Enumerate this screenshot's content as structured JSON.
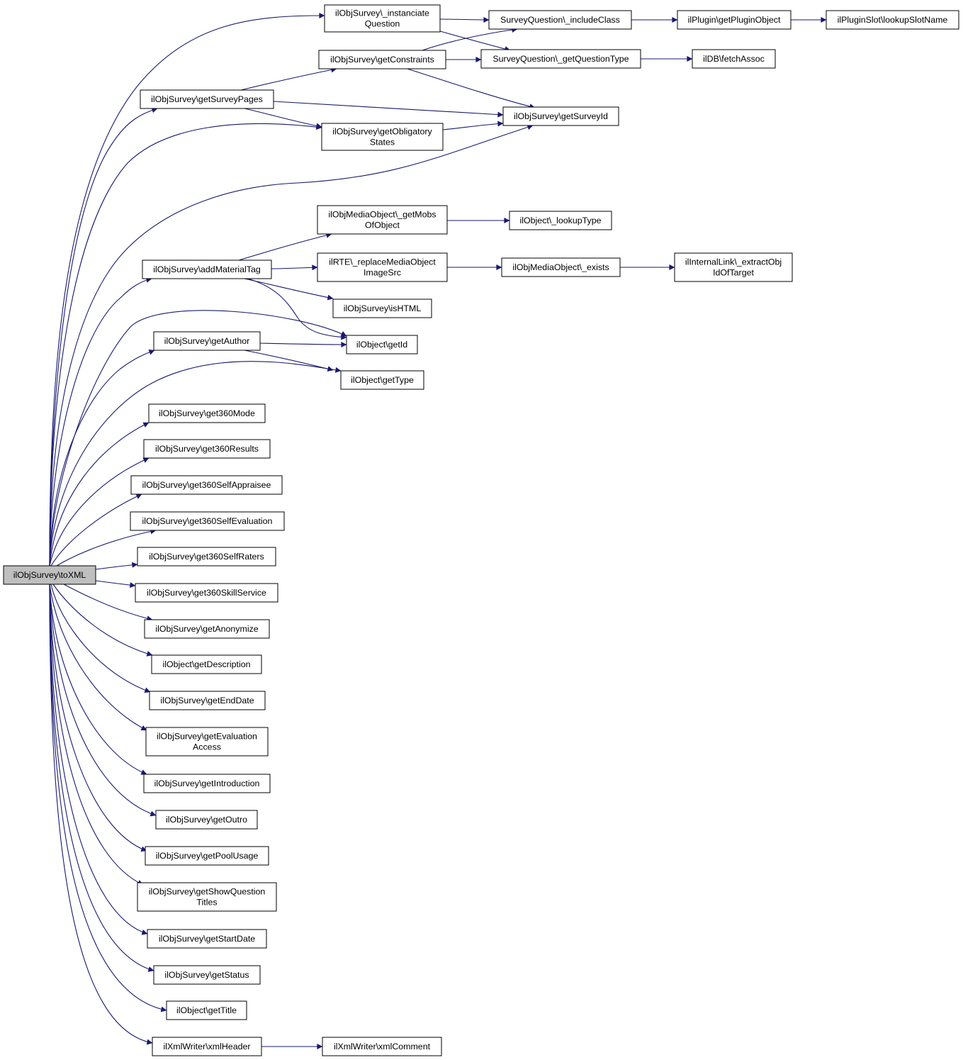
{
  "diagram": {
    "type": "call-graph",
    "edge_color": "#191970",
    "root_fill": "#bfbfbf",
    "nodes": [
      {
        "id": "toXML",
        "lines": [
          "ilObjSurvey\\toXML"
        ],
        "root": true
      },
      {
        "id": "instanciate",
        "lines": [
          "ilObjSurvey\\_instanciate",
          "Question"
        ]
      },
      {
        "id": "includeClass",
        "lines": [
          "SurveyQuestion\\_includeClass"
        ]
      },
      {
        "id": "getPluginObject",
        "lines": [
          "ilPlugin\\getPluginObject"
        ]
      },
      {
        "id": "lookupSlotName",
        "lines": [
          "ilPluginSlot\\lookupSlotName"
        ]
      },
      {
        "id": "getConstraints",
        "lines": [
          "ilObjSurvey\\getConstraints"
        ]
      },
      {
        "id": "getQuestionType",
        "lines": [
          "SurveyQuestion\\_getQuestionType"
        ]
      },
      {
        "id": "fetchAssoc",
        "lines": [
          "ilDB\\fetchAssoc"
        ]
      },
      {
        "id": "getSurveyPages",
        "lines": [
          "ilObjSurvey\\getSurveyPages"
        ]
      },
      {
        "id": "getSurveyId",
        "lines": [
          "ilObjSurvey\\getSurveyId"
        ]
      },
      {
        "id": "getObligatoryStates",
        "lines": [
          "ilObjSurvey\\getObligatory",
          "States"
        ]
      },
      {
        "id": "getMobsOfObject",
        "lines": [
          "ilObjMediaObject\\_getMobs",
          "OfObject"
        ]
      },
      {
        "id": "lookupType",
        "lines": [
          "ilObject\\_lookupType"
        ]
      },
      {
        "id": "replaceMedia",
        "lines": [
          "ilRTE\\_replaceMediaObject",
          "ImageSrc"
        ]
      },
      {
        "id": "mediaExists",
        "lines": [
          "ilObjMediaObject\\_exists"
        ]
      },
      {
        "id": "extractObj",
        "lines": [
          "ilInternalLink\\_extractObj",
          "IdOfTarget"
        ]
      },
      {
        "id": "addMaterialTag",
        "lines": [
          "ilObjSurvey\\addMaterialTag"
        ]
      },
      {
        "id": "isHTML",
        "lines": [
          "ilObjSurvey\\isHTML"
        ]
      },
      {
        "id": "getId",
        "lines": [
          "ilObject\\getId"
        ]
      },
      {
        "id": "getAuthor",
        "lines": [
          "ilObjSurvey\\getAuthor"
        ]
      },
      {
        "id": "getType",
        "lines": [
          "ilObject\\getType"
        ]
      },
      {
        "id": "get360Mode",
        "lines": [
          "ilObjSurvey\\get360Mode"
        ]
      },
      {
        "id": "get360Results",
        "lines": [
          "ilObjSurvey\\get360Results"
        ]
      },
      {
        "id": "get360SelfAppraisee",
        "lines": [
          "ilObjSurvey\\get360SelfAppraisee"
        ]
      },
      {
        "id": "get360SelfEvaluation",
        "lines": [
          "ilObjSurvey\\get360SelfEvaluation"
        ]
      },
      {
        "id": "get360SelfRaters",
        "lines": [
          "ilObjSurvey\\get360SelfRaters"
        ]
      },
      {
        "id": "get360SkillService",
        "lines": [
          "ilObjSurvey\\get360SkillService"
        ]
      },
      {
        "id": "getAnonymize",
        "lines": [
          "ilObjSurvey\\getAnonymize"
        ]
      },
      {
        "id": "getDescription",
        "lines": [
          "ilObject\\getDescription"
        ]
      },
      {
        "id": "getEndDate",
        "lines": [
          "ilObjSurvey\\getEndDate"
        ]
      },
      {
        "id": "getEvaluationAccess",
        "lines": [
          "ilObjSurvey\\getEvaluation",
          "Access"
        ]
      },
      {
        "id": "getIntroduction",
        "lines": [
          "ilObjSurvey\\getIntroduction"
        ]
      },
      {
        "id": "getOutro",
        "lines": [
          "ilObjSurvey\\getOutro"
        ]
      },
      {
        "id": "getPoolUsage",
        "lines": [
          "ilObjSurvey\\getPoolUsage"
        ]
      },
      {
        "id": "getShowQuestionTitles",
        "lines": [
          "ilObjSurvey\\getShowQuestion",
          "Titles"
        ]
      },
      {
        "id": "getStartDate",
        "lines": [
          "ilObjSurvey\\getStartDate"
        ]
      },
      {
        "id": "getStatus",
        "lines": [
          "ilObjSurvey\\getStatus"
        ]
      },
      {
        "id": "getTitle",
        "lines": [
          "ilObject\\getTitle"
        ]
      },
      {
        "id": "xmlHeader",
        "lines": [
          "ilXmlWriter\\xmlHeader"
        ]
      },
      {
        "id": "xmlComment",
        "lines": [
          "ilXmlWriter\\xmlComment"
        ]
      }
    ],
    "edges": [
      {
        "from": "toXML",
        "to": "instanciate"
      },
      {
        "from": "toXML",
        "to": "getSurveyPages"
      },
      {
        "from": "toXML",
        "to": "getObligatoryStates"
      },
      {
        "from": "toXML",
        "to": "getSurveyId"
      },
      {
        "from": "toXML",
        "to": "addMaterialTag"
      },
      {
        "from": "toXML",
        "to": "getId"
      },
      {
        "from": "toXML",
        "to": "getAuthor"
      },
      {
        "from": "toXML",
        "to": "getType"
      },
      {
        "from": "toXML",
        "to": "get360Mode"
      },
      {
        "from": "toXML",
        "to": "get360Results"
      },
      {
        "from": "toXML",
        "to": "get360SelfAppraisee"
      },
      {
        "from": "toXML",
        "to": "get360SelfEvaluation"
      },
      {
        "from": "toXML",
        "to": "get360SelfRaters"
      },
      {
        "from": "toXML",
        "to": "get360SkillService"
      },
      {
        "from": "toXML",
        "to": "getAnonymize"
      },
      {
        "from": "toXML",
        "to": "getDescription"
      },
      {
        "from": "toXML",
        "to": "getEndDate"
      },
      {
        "from": "toXML",
        "to": "getEvaluationAccess"
      },
      {
        "from": "toXML",
        "to": "getIntroduction"
      },
      {
        "from": "toXML",
        "to": "getOutro"
      },
      {
        "from": "toXML",
        "to": "getPoolUsage"
      },
      {
        "from": "toXML",
        "to": "getShowQuestionTitles"
      },
      {
        "from": "toXML",
        "to": "getStartDate"
      },
      {
        "from": "toXML",
        "to": "getStatus"
      },
      {
        "from": "toXML",
        "to": "getTitle"
      },
      {
        "from": "toXML",
        "to": "xmlHeader"
      },
      {
        "from": "instanciate",
        "to": "includeClass"
      },
      {
        "from": "instanciate",
        "to": "getQuestionType"
      },
      {
        "from": "includeClass",
        "to": "getPluginObject"
      },
      {
        "from": "getPluginObject",
        "to": "lookupSlotName"
      },
      {
        "from": "getConstraints",
        "to": "includeClass"
      },
      {
        "from": "getConstraints",
        "to": "getQuestionType"
      },
      {
        "from": "getConstraints",
        "to": "getSurveyId"
      },
      {
        "from": "getQuestionType",
        "to": "fetchAssoc"
      },
      {
        "from": "getSurveyPages",
        "to": "getConstraints"
      },
      {
        "from": "getSurveyPages",
        "to": "getSurveyId"
      },
      {
        "from": "getSurveyPages",
        "to": "getObligatoryStates"
      },
      {
        "from": "getObligatoryStates",
        "to": "getSurveyId"
      },
      {
        "from": "addMaterialTag",
        "to": "getMobsOfObject"
      },
      {
        "from": "addMaterialTag",
        "to": "replaceMedia"
      },
      {
        "from": "addMaterialTag",
        "to": "isHTML"
      },
      {
        "from": "addMaterialTag",
        "to": "getId"
      },
      {
        "from": "getMobsOfObject",
        "to": "lookupType"
      },
      {
        "from": "replaceMedia",
        "to": "mediaExists"
      },
      {
        "from": "mediaExists",
        "to": "extractObj"
      },
      {
        "from": "getAuthor",
        "to": "getId"
      },
      {
        "from": "getAuthor",
        "to": "getType"
      },
      {
        "from": "xmlHeader",
        "to": "xmlComment"
      }
    ]
  }
}
